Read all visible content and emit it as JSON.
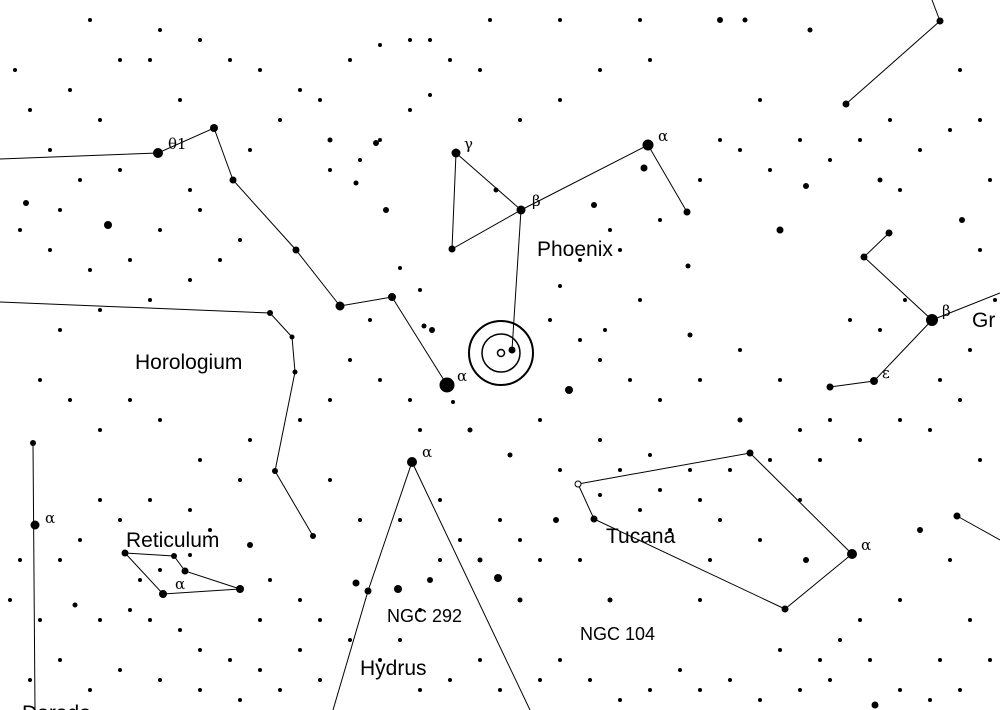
{
  "map": {
    "constellations": [
      {
        "key": "phoenix",
        "name": "Phoenix"
      },
      {
        "key": "horologium",
        "name": "Horologium"
      },
      {
        "key": "reticulum",
        "name": "Reticulum"
      },
      {
        "key": "tucana",
        "name": "Tucana"
      },
      {
        "key": "hydrus",
        "name": "Hydrus"
      },
      {
        "key": "grus",
        "name": "Gr"
      },
      {
        "key": "dorado",
        "name": "Dorado"
      }
    ],
    "deep_sky": [
      {
        "key": "ngc292",
        "name": "NGC 292"
      },
      {
        "key": "ngc104",
        "name": "NGC 104"
      }
    ],
    "star_labels": [
      {
        "key": "theta1-horologium",
        "text": "θ1"
      },
      {
        "key": "gamma-phoenix",
        "text": "γ"
      },
      {
        "key": "beta-phoenix",
        "text": "β"
      },
      {
        "key": "alpha-phoenix",
        "text": "α"
      },
      {
        "key": "alpha-eridani",
        "text": "α"
      },
      {
        "key": "alpha-hydrus",
        "text": "α"
      },
      {
        "key": "alpha-dorado",
        "text": "α"
      },
      {
        "key": "alpha-reticulum",
        "text": "α"
      },
      {
        "key": "alpha-tucana",
        "text": "α"
      },
      {
        "key": "beta-grus",
        "text": "β"
      },
      {
        "key": "epsilon-grus",
        "text": "ε"
      }
    ],
    "target_marker": {
      "name": "target-bullseye"
    },
    "colors": {
      "background": "#ffffff",
      "ink": "#000000"
    }
  }
}
